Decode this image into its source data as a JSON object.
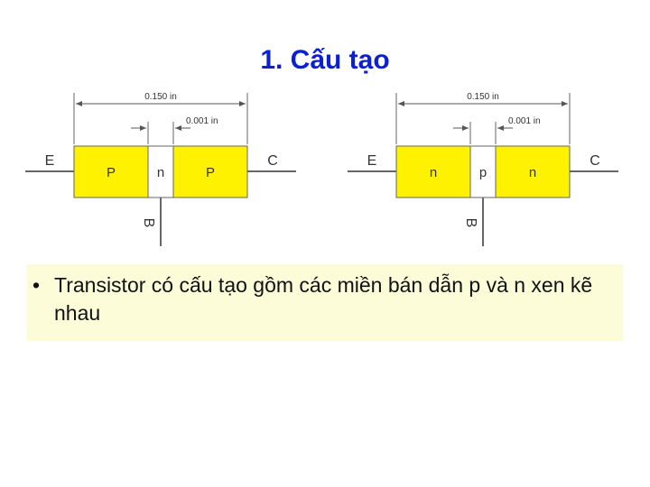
{
  "title": "1. Cấu tạo",
  "diagrams": [
    {
      "total_width_label": "0.150 in",
      "base_width_label": "0.001 in",
      "emitter": "E",
      "collector": "C",
      "base": "B",
      "regions": [
        "P",
        "n",
        "P"
      ]
    },
    {
      "total_width_label": "0.150 in",
      "base_width_label": "0.001 in",
      "emitter": "E",
      "collector": "C",
      "base": "B",
      "regions": [
        "n",
        "p",
        "n"
      ]
    }
  ],
  "note": {
    "bullet": "•",
    "text": "Transistor có cấu tạo gồm các miền bán dẫn p và n xen kẽ nhau"
  },
  "colors": {
    "title": "#0b1fd6",
    "region_fill": "#fff200",
    "base_fill": "#ffffff",
    "note_background": "#fdfcd9"
  }
}
